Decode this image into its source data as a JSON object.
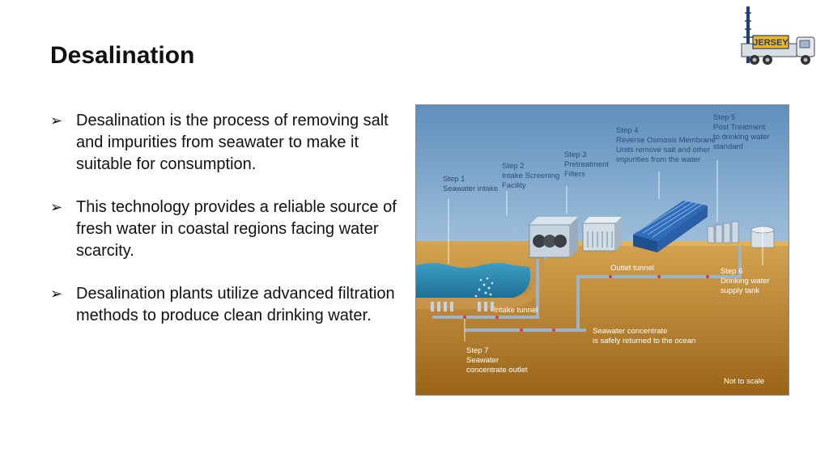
{
  "slide": {
    "title": "Desalination"
  },
  "logo": {
    "text": "JERSEY",
    "icon": "drilling-truck-icon"
  },
  "bullets": [
    {
      "icon": "arrow-bullet-icon",
      "text": "Desalination is the process of removing salt and impurities from seawater to make it suitable for consumption."
    },
    {
      "icon": "arrow-bullet-icon",
      "text": "This technology provides a reliable source of fresh water in coastal regions facing water scarcity."
    },
    {
      "icon": "arrow-bullet-icon",
      "text": "Desalination plants utilize advanced filtration methods to produce clean drinking water."
    }
  ],
  "diagram": {
    "step1": [
      "Step 1",
      "Seawater intake"
    ],
    "step2": [
      "Step 2",
      "Intake Screening",
      "Facility"
    ],
    "step3": [
      "Step 3",
      "Pretreatment",
      "Filters"
    ],
    "step4": [
      "Step 4",
      "Reverse Osmosis Membrane",
      "Units remove salt and other",
      "impurities from the water"
    ],
    "step5": [
      "Step 5",
      "Post Treatment",
      "to drinking water",
      "standard"
    ],
    "step6": [
      "Step 6",
      "Drinking water",
      "supply tank"
    ],
    "step7": [
      "Step 7",
      "Seawater",
      "concentrate outlet"
    ],
    "intake_tunnel": "Intake tunnel",
    "outlet_tunnel": "Outlet tunnel",
    "concentrate_note": [
      "Seawater concentrate",
      "is safely returned to the ocean"
    ],
    "scale_note": "Not to scale",
    "colors": {
      "sky": "#6f9cc4",
      "ground": "#b9832a",
      "sea": "#2f8fb5",
      "pipe": "#9bb1c4"
    }
  }
}
